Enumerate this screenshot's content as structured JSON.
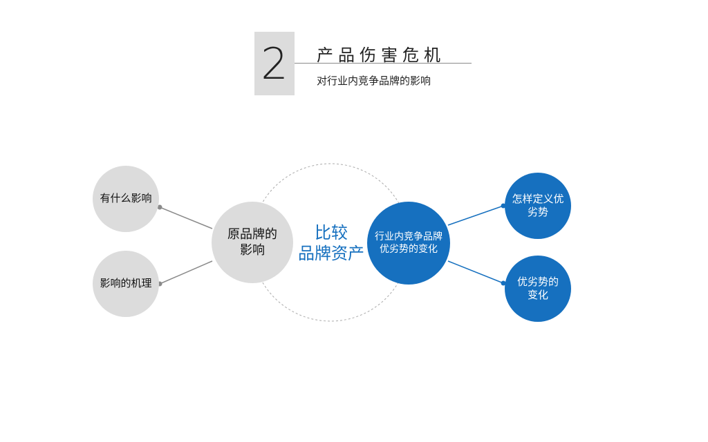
{
  "section": {
    "number": "2",
    "title": "产品伤害危机",
    "subtitle": "对行业内竞争品牌的影响"
  },
  "diagram": {
    "left_nodes": [
      {
        "label": "有什么影响"
      },
      {
        "label": "影响的机理"
      }
    ],
    "left_main": {
      "line1": "原品牌的",
      "line2": "影响"
    },
    "center": {
      "line1": "比较",
      "line2": "品牌资产"
    },
    "right_main": {
      "line1": "行业内竞争品牌",
      "line2": "优劣势的变化"
    },
    "right_nodes": [
      {
        "line1": "怎样定义优",
        "line2": "劣势"
      },
      {
        "line1": "优劣势的",
        "line2": "变化"
      }
    ]
  },
  "colors": {
    "accent": "#1670bf",
    "node_grey": "#dcdcdc",
    "connector_grey": "#8a8a8a",
    "dashed_circle": "#aaaaaa"
  }
}
